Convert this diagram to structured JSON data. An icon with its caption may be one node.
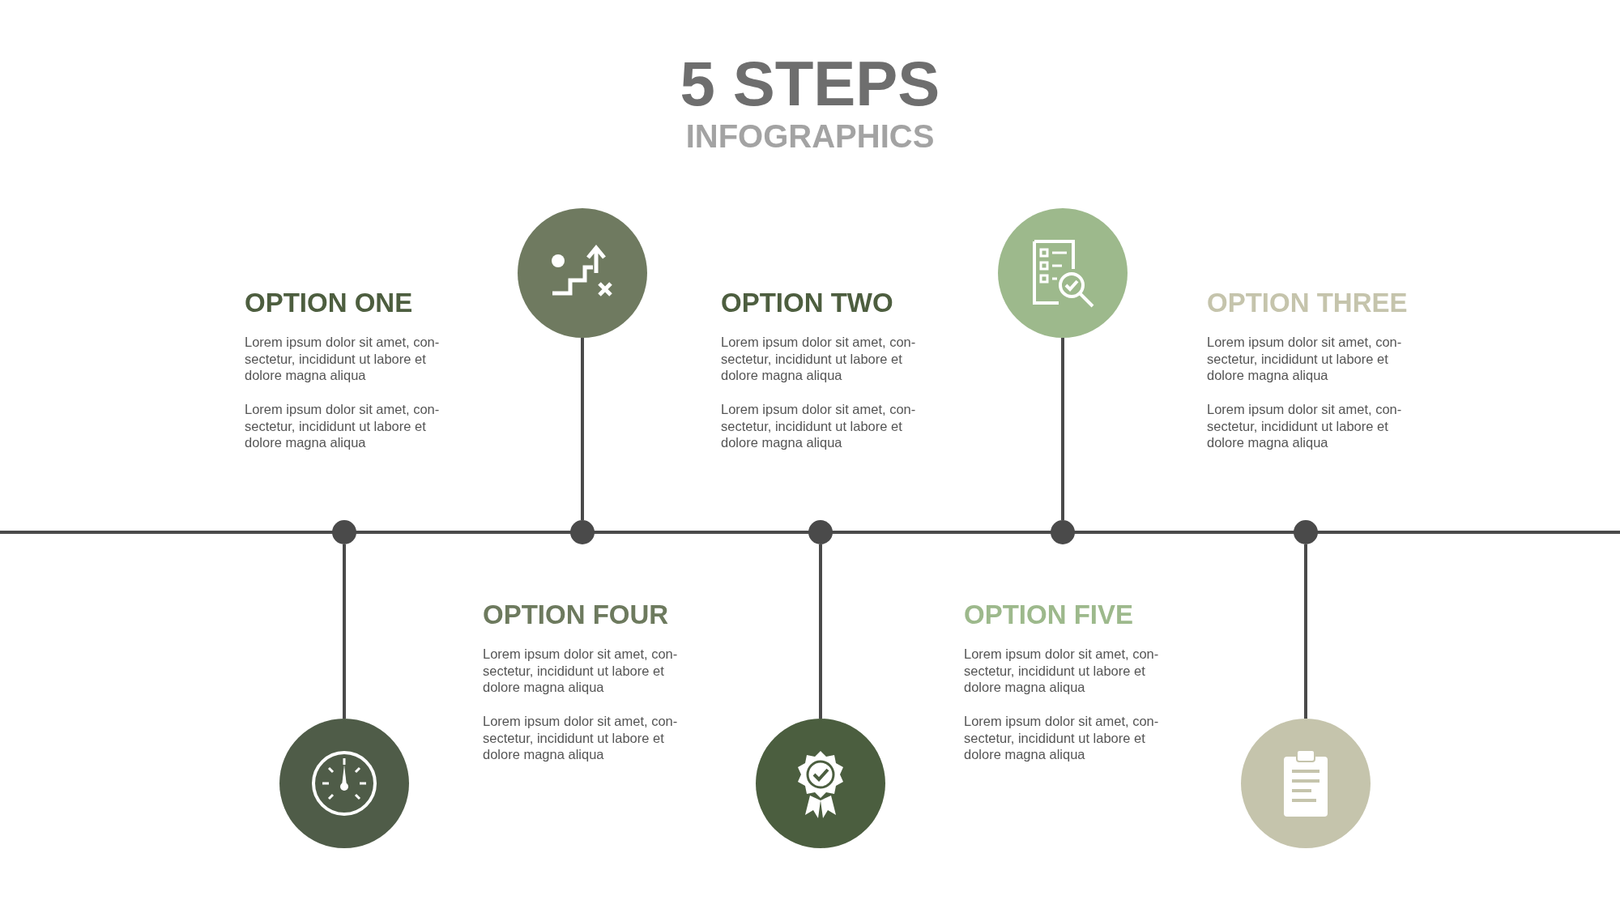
{
  "diagram": {
    "title": "5 STEPS",
    "nodes": [
      {
        "text": [],
        "shape": "circle"
      },
      {
        "text": [],
        "shape": "circle"
      },
      {
        "text": [],
        "shape": "circle"
      },
      {
        "text": [],
        "shape": "circle"
      },
      {
        "text": [],
        "shape": "circle"
      },
      {
        "text": [],
        "shape": "circle"
      },
      {
        "text": [],
        "shape": "circle"
      },
      {
        "text": [],
        "shape": "circle"
      },
      {
        "text": [],
        "shape": "circle"
      },
      {
        "text": [],
        "shape": "circle"
      }
    ],
    "edges": [
      {
        "from": 0,
        "to": 5,
        "arrow": "none"
      },
      {
        "from": 1,
        "to": 6,
        "arrow": "none"
      },
      {
        "from": 2,
        "to": 7,
        "arrow": "none"
      },
      {
        "from": 3,
        "to": 8,
        "arrow": "none"
      },
      {
        "from": 4,
        "to": 9,
        "arrow": "none"
      }
    ],
    "labels": [
      "INFOGRAPHICS",
      "OPTION ONE",
      "Lorem ipsum dolor sit amet, con- sectetur, incididunt ut labore et dolore magna aliqua",
      "Lorem ipsum dolor sit amet, con- sectetur, incididunt ut labore et dolore magna aliqua",
      "OPTION TWO",
      "Lorem ipsum dolor sit amet, con- sectetur, incididunt ut labore et dolore magna aliqua",
      "Lorem ipsum dolor sit amet, con- sectetur, incididunt ut labore et dolore magna aliqua",
      "OPTION THREE",
      "Lorem ipsum dolor sit amet, con- sectetur, incididunt ut labore et dolore magna aliqua",
      "Lorem ipsum dolor sit amet, con- sectetur, incididunt ut labore et dolore magna aliqua",
      "OPTION FOUR",
      "Lorem ipsum dolor sit amet, con- sectetur, incididunt ut labore et dolore magna aliqua",
      "Lorem ipsum dolor sit amet, con- sectetur, incididunt ut labore et dolore magna aliqua",
      "OPTION FIVE",
      "Lorem ipsum dolor sit amet, con- sectetur, incididunt ut labore et dolore magna aliqua",
      "Lorem ipsum dolor sit amet, con- sectetur, incididunt ut labore et dolore magna aliqua"
    ]
  }
}
